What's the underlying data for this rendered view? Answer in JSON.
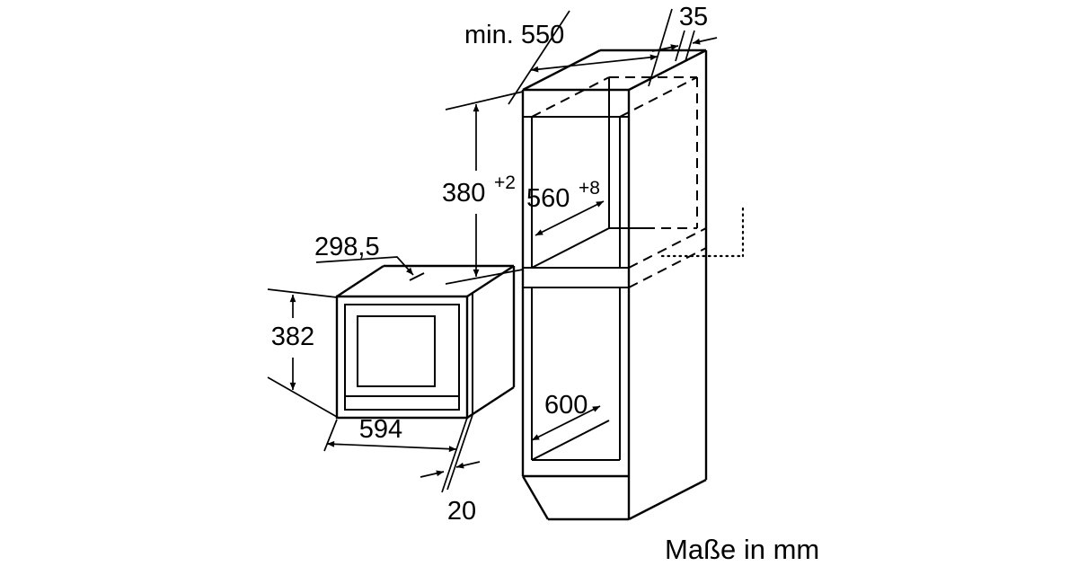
{
  "diagram": {
    "unit_note": "Maße in mm",
    "dimensions": {
      "niche_depth": "min. 550",
      "rear_clearance": "35",
      "niche_height": "380",
      "niche_height_tolerance": "+2",
      "niche_width": "560",
      "niche_width_tolerance": "+8",
      "center_distance": "298,5",
      "appliance_height": "382",
      "appliance_width": "594",
      "door_protrusion": "20",
      "base_depth": "600"
    },
    "colors": {
      "line": "#000000",
      "background": "#ffffff"
    }
  }
}
